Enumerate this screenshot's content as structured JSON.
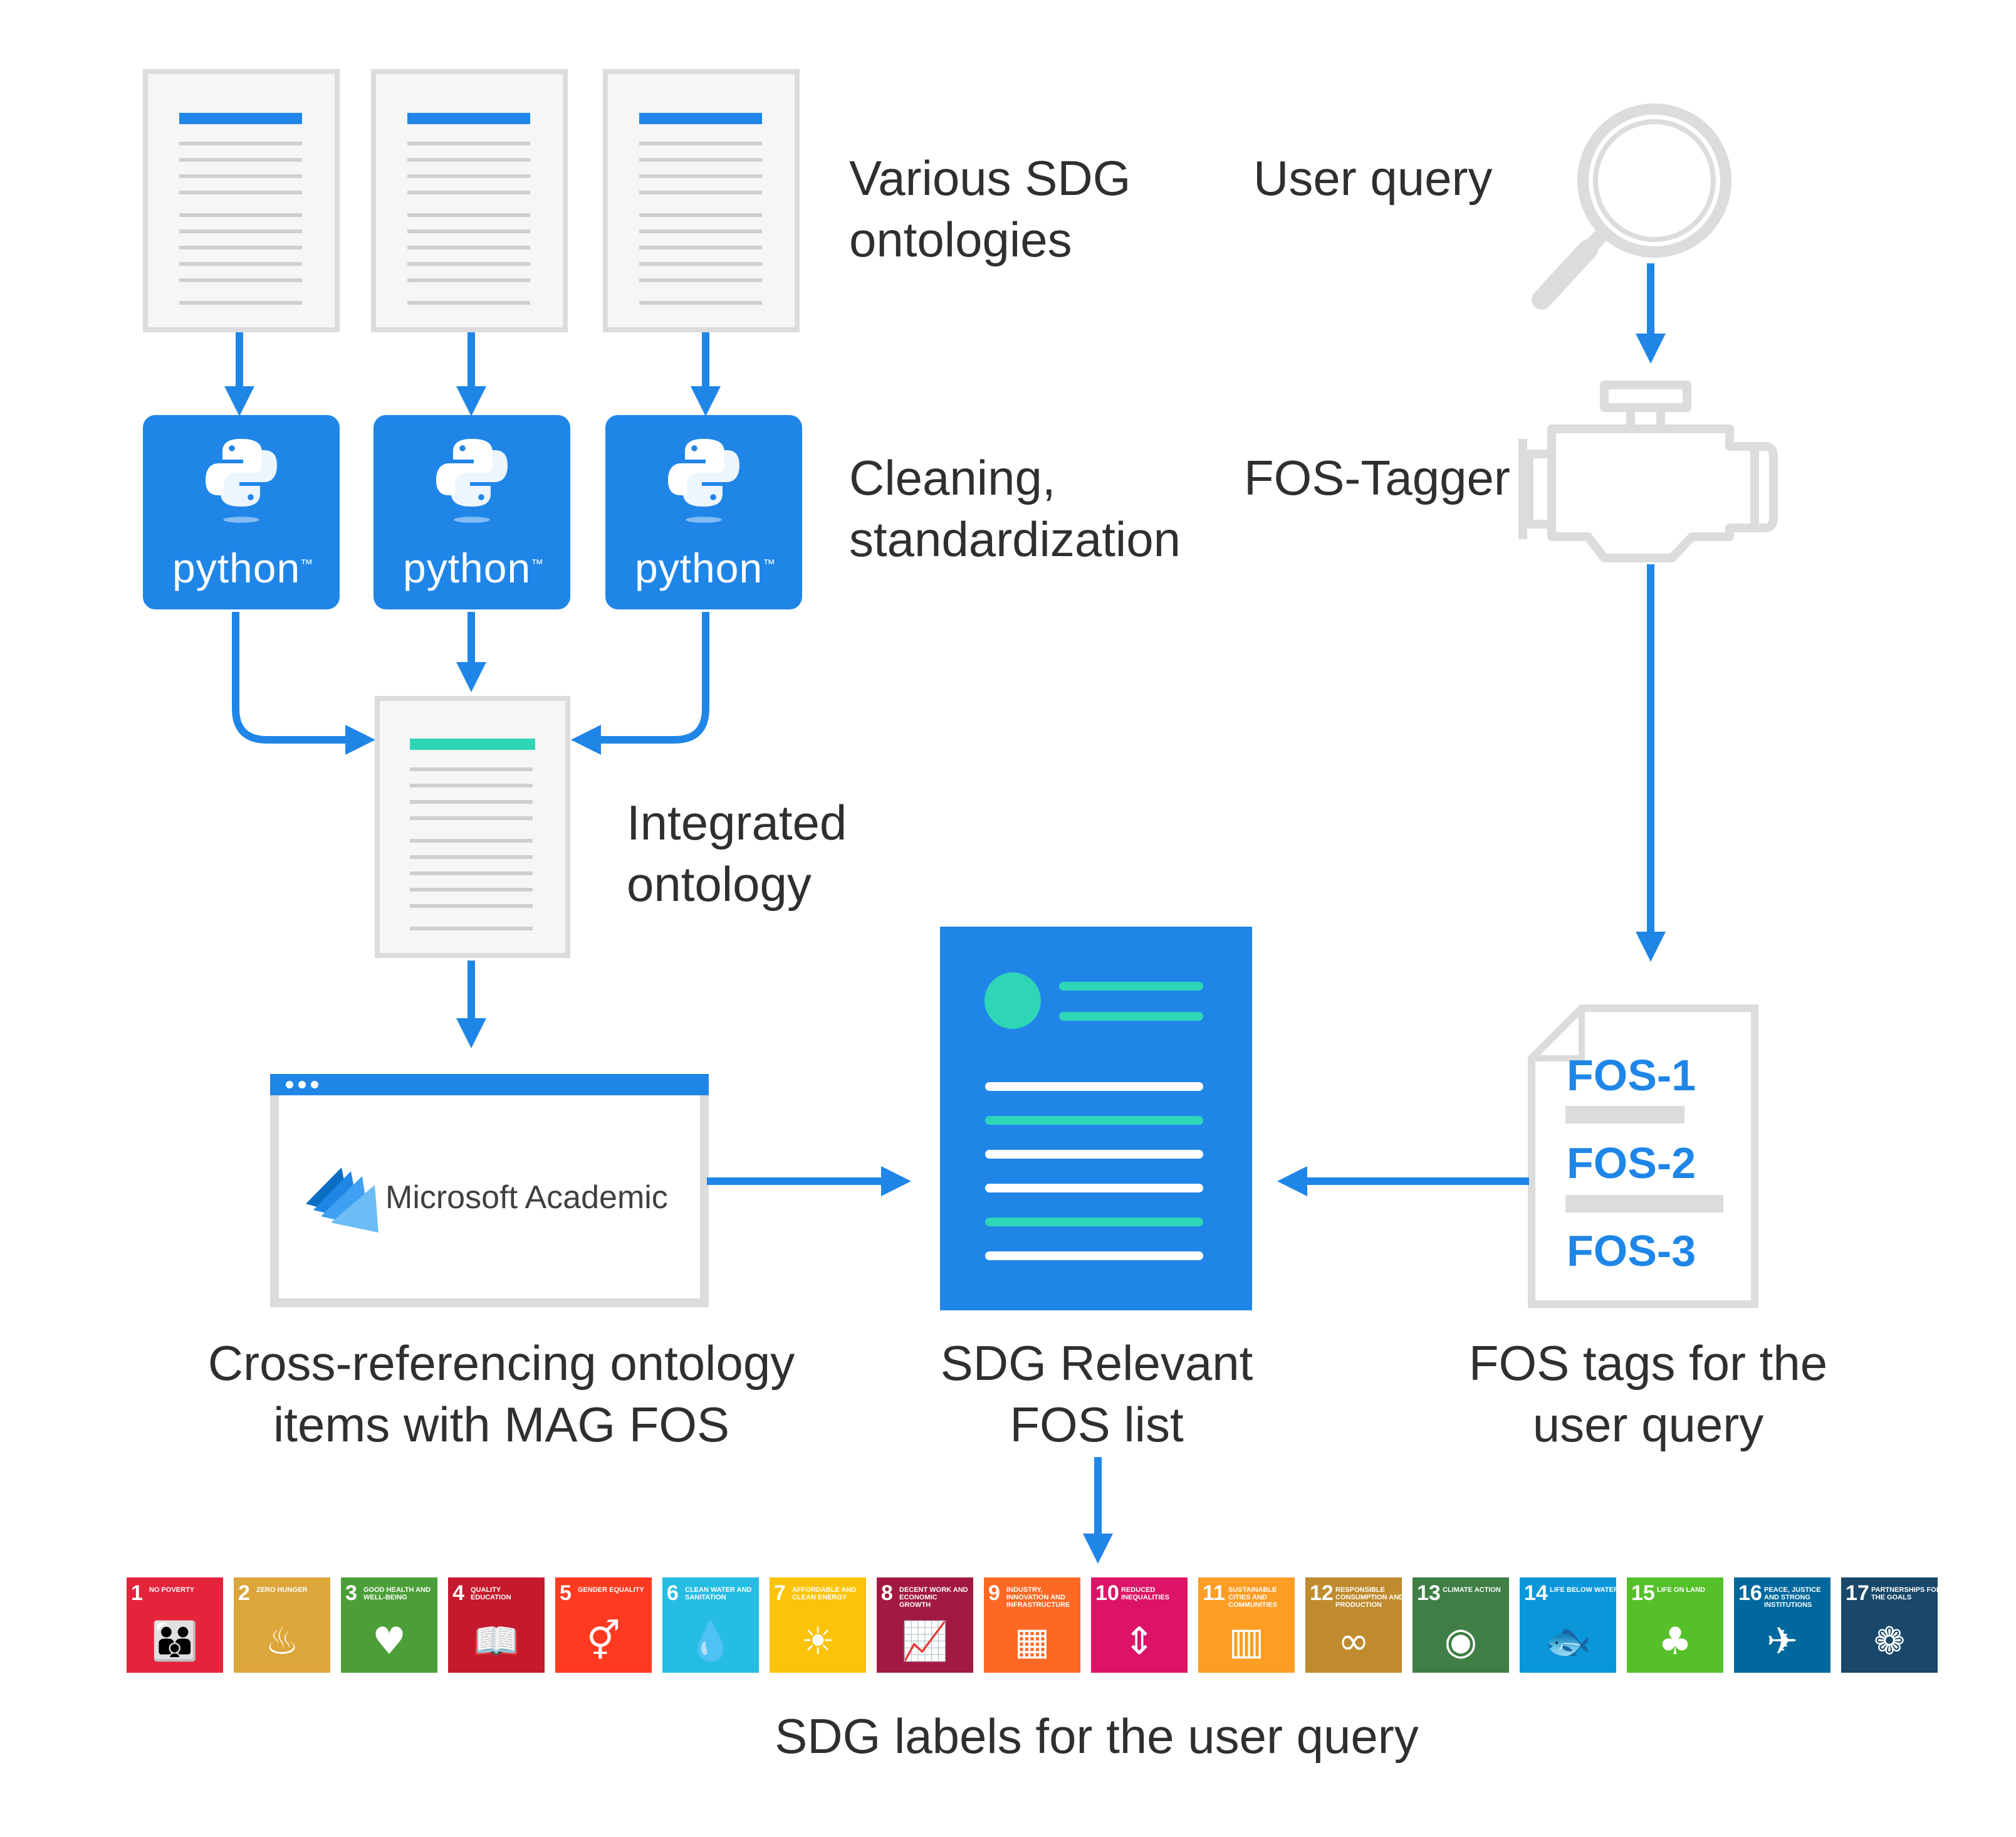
{
  "labels": {
    "various_sdg": [
      "Various SDG",
      "ontologies"
    ],
    "cleaning": [
      "Cleaning,",
      "standardization"
    ],
    "integrated": [
      "Integrated",
      "ontology"
    ],
    "cross_ref": [
      "Cross-referencing ontology",
      "items with MAG FOS"
    ],
    "sdg_relevant": [
      "SDG Relevant",
      "FOS list"
    ],
    "fos_tags": [
      "FOS tags for the",
      "user query"
    ],
    "user_query": "User query",
    "fos_tagger": "FOS-Tagger",
    "sdg_labels": "SDG labels for the user query"
  },
  "python_word": "python",
  "python_tm": "™",
  "microsoft_academic": "Microsoft Academic",
  "fos_items": [
    "FOS-1",
    "FOS-2",
    "FOS-3"
  ],
  "colors": {
    "accent_blue": "#1f86e8",
    "teal": "#2fd6b6",
    "doc_border": "#dedede",
    "gray_lines": "#cfcfcf"
  },
  "sdg_goals": [
    {
      "num": "1",
      "text": "No poverty",
      "color": "#e5243b",
      "icon": "family-icon"
    },
    {
      "num": "2",
      "text": "Zero hunger",
      "color": "#dda63a",
      "icon": "bowl-icon"
    },
    {
      "num": "3",
      "text": "Good health and well-being",
      "color": "#4c9f38",
      "icon": "heartbeat-icon"
    },
    {
      "num": "4",
      "text": "Quality education",
      "color": "#c5192d",
      "icon": "book-icon"
    },
    {
      "num": "5",
      "text": "Gender equality",
      "color": "#ff3a21",
      "icon": "gender-icon"
    },
    {
      "num": "6",
      "text": "Clean water and sanitation",
      "color": "#26bde2",
      "icon": "water-icon"
    },
    {
      "num": "7",
      "text": "Affordable and clean energy",
      "color": "#fcc30b",
      "icon": "sun-power-icon"
    },
    {
      "num": "8",
      "text": "Decent work and economic growth",
      "color": "#a21942",
      "icon": "growth-chart-icon"
    },
    {
      "num": "9",
      "text": "Industry, innovation and infrastructure",
      "color": "#fd6925",
      "icon": "cubes-icon"
    },
    {
      "num": "10",
      "text": "Reduced inequalities",
      "color": "#dd1367",
      "icon": "equal-arrows-icon"
    },
    {
      "num": "11",
      "text": "Sustainable cities and communities",
      "color": "#fd9d24",
      "icon": "city-icon"
    },
    {
      "num": "12",
      "text": "Responsible consumption and production",
      "color": "#bf8b2e",
      "icon": "infinity-icon"
    },
    {
      "num": "13",
      "text": "Climate action",
      "color": "#3f7e44",
      "icon": "eye-globe-icon"
    },
    {
      "num": "14",
      "text": "Life below water",
      "color": "#0a97d9",
      "icon": "fish-icon"
    },
    {
      "num": "15",
      "text": "Life on land",
      "color": "#56c02b",
      "icon": "tree-icon"
    },
    {
      "num": "16",
      "text": "Peace, justice and strong institutions",
      "color": "#00689d",
      "icon": "dove-icon"
    },
    {
      "num": "17",
      "text": "Partnerships for the goals",
      "color": "#19486a",
      "icon": "rings-icon"
    }
  ]
}
